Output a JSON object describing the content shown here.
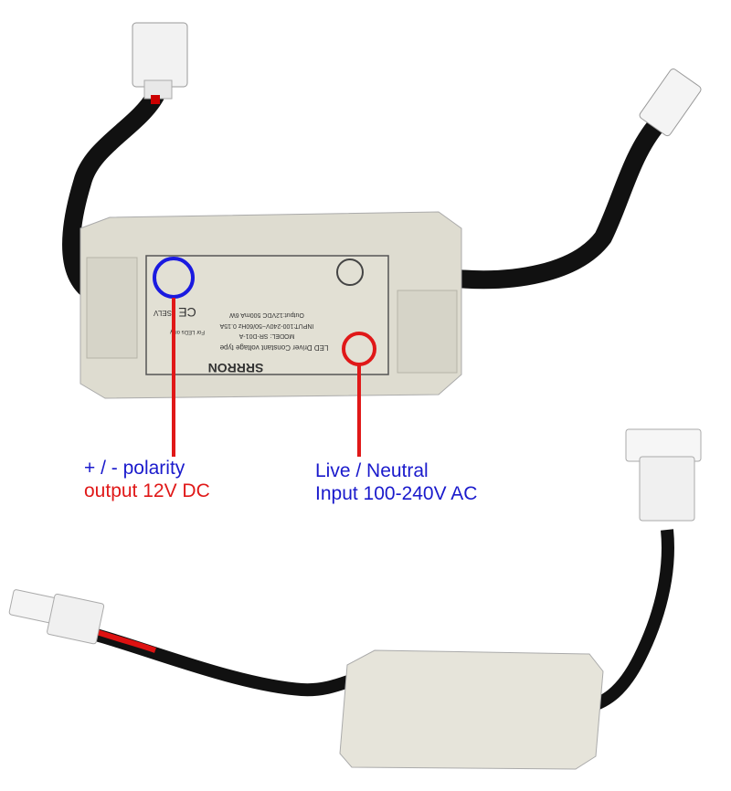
{
  "annotations": {
    "polarity": {
      "line1": "+ / - polarity",
      "line2": "output 12V DC",
      "color1": "#1a1acc",
      "color2": "#e01818"
    },
    "input": {
      "line1": "Live / Neutral",
      "line2": "Input 100-240V AC",
      "color": "#1a1acc"
    },
    "circle_colors": {
      "output": "#1a1ae0",
      "input": "#e01818"
    },
    "pointer_color": "#e01818"
  },
  "device_label": {
    "brand": "SRRRON",
    "title": "LED Driver   Constant voltage type",
    "model": "MODEL: SR-D01-A",
    "input": "INPUT:100-240V~50/60Hz 0.15A",
    "output": "Output:12VDC  500mA  6W",
    "note": "For LEDs only",
    "selv": "SELV",
    "ce": "CE"
  }
}
